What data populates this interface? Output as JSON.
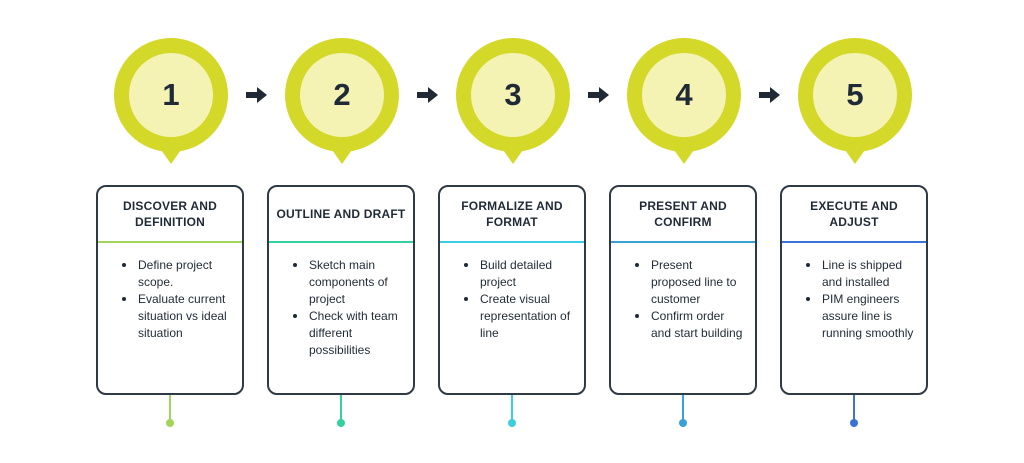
{
  "colors": {
    "pin_outer": "#d4d829",
    "pin_inner": "#f4f3b4",
    "text": "#1f2a36",
    "card_border": "#2e3a46"
  },
  "steps": [
    {
      "number": "1",
      "title": "DISCOVER AND DEFINITION",
      "accent": "#a2d65a",
      "bullets": [
        "Define project scope.",
        "Evaluate current situation vs ideal situation"
      ]
    },
    {
      "number": "2",
      "title": "OUTLINE AND DRAFT",
      "accent": "#34d0a0",
      "bullets": [
        "Sketch main components of project",
        "Check with team different possibilities"
      ]
    },
    {
      "number": "3",
      "title": "FORMALIZE AND FORMAT",
      "accent": "#3ccde0",
      "bullets": [
        "Build detailed project",
        "Create visual representation of line"
      ]
    },
    {
      "number": "4",
      "title": "PRESENT AND CONFIRM",
      "accent": "#3aa0d8",
      "bullets": [
        "Present proposed line to customer",
        "Confirm order and start building"
      ]
    },
    {
      "number": "5",
      "title": "EXECUTE AND ADJUST",
      "accent": "#3a72d8",
      "bullets": [
        "Line is shipped and installed",
        "PIM engineers assure line is running smoothly"
      ]
    }
  ]
}
